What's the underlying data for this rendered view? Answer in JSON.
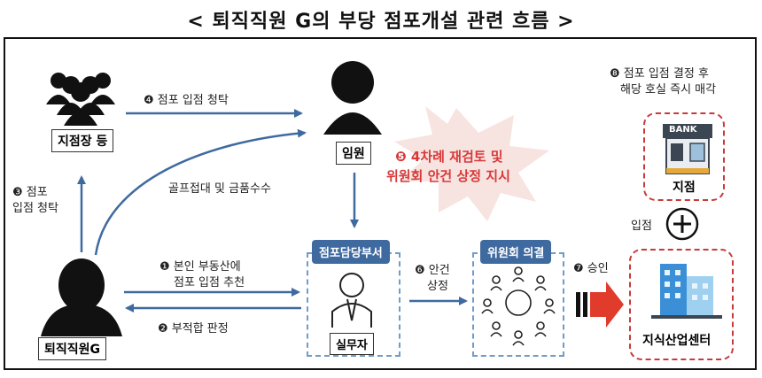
{
  "title": "< 퇴직직원 G의 부당 점포개설 관련 흐름 >",
  "nodes": {
    "branch_manager": "지점장 등",
    "executive": "임원",
    "retired_employee": "퇴직직원G",
    "store_dept": "점포담당부서",
    "staff": "실무자",
    "committee": "위원회 의결",
    "knowledge_center": "지식산업센터",
    "branch": "지점",
    "bank_sign": "BANK"
  },
  "edges": {
    "step4": "❹ 점포 입점 청탁",
    "golf": "골프접대 및 금품수수",
    "step3_line1": "❸ 점포",
    "step3_line2": "입점 청탁",
    "step1_line1": "❶ 본인 부동산에",
    "step1_line2": "점포 입점 추천",
    "step2": "❷ 부적합 판정",
    "step6_line1": "❻ 안건",
    "step6_line2": "상정",
    "step7": "❼ 승인",
    "entry": "입점"
  },
  "callouts": {
    "step5_line1": "❺ 4차례 재검토 및",
    "step5_line2": "위원회 안건 상정 지시",
    "step8_line1": "❽ 점포 입점 결정 후",
    "step8_line2": "해당 호실 즉시 매각"
  },
  "colors": {
    "arrow": "#3f6aa0",
    "accent_red": "#d83a3a",
    "tag_bg": "#3f6aa0"
  }
}
